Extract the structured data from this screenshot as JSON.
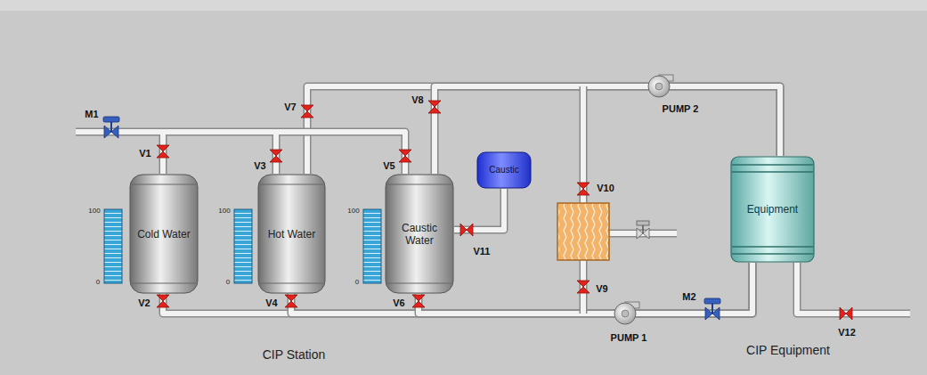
{
  "diagram": {
    "nodes": [
      {
        "text": [
          "Cold Water"
        ]
      },
      {
        "text": [
          "Hot Water"
        ]
      },
      {
        "text": [
          "Caustic Water"
        ]
      },
      {
        "text": [
          "Caustic"
        ]
      },
      {
        "text": [
          "Equipment"
        ]
      }
    ],
    "edges": [
      {
        "from": 0,
        "to": 4,
        "arrow": "none"
      },
      {
        "from": 1,
        "to": 4,
        "arrow": "none"
      },
      {
        "from": 2,
        "to": 4,
        "arrow": "none"
      },
      {
        "from": 4,
        "to": 1,
        "arrow": "none"
      },
      {
        "from": 4,
        "to": 2,
        "arrow": "none"
      },
      {
        "from": 3,
        "to": 2,
        "arrow": "none"
      }
    ],
    "labels": [
      "M1",
      "V1",
      "V2",
      "V3",
      "V4",
      "V5",
      "V6",
      "V7",
      "V8",
      "V9",
      "V10",
      "V11",
      "PUMP 2",
      "PUMP 1",
      "M2",
      "V12",
      "100",
      "0",
      "100",
      "0",
      "100",
      "0",
      "CIP Station",
      "CIP Equipment"
    ]
  }
}
